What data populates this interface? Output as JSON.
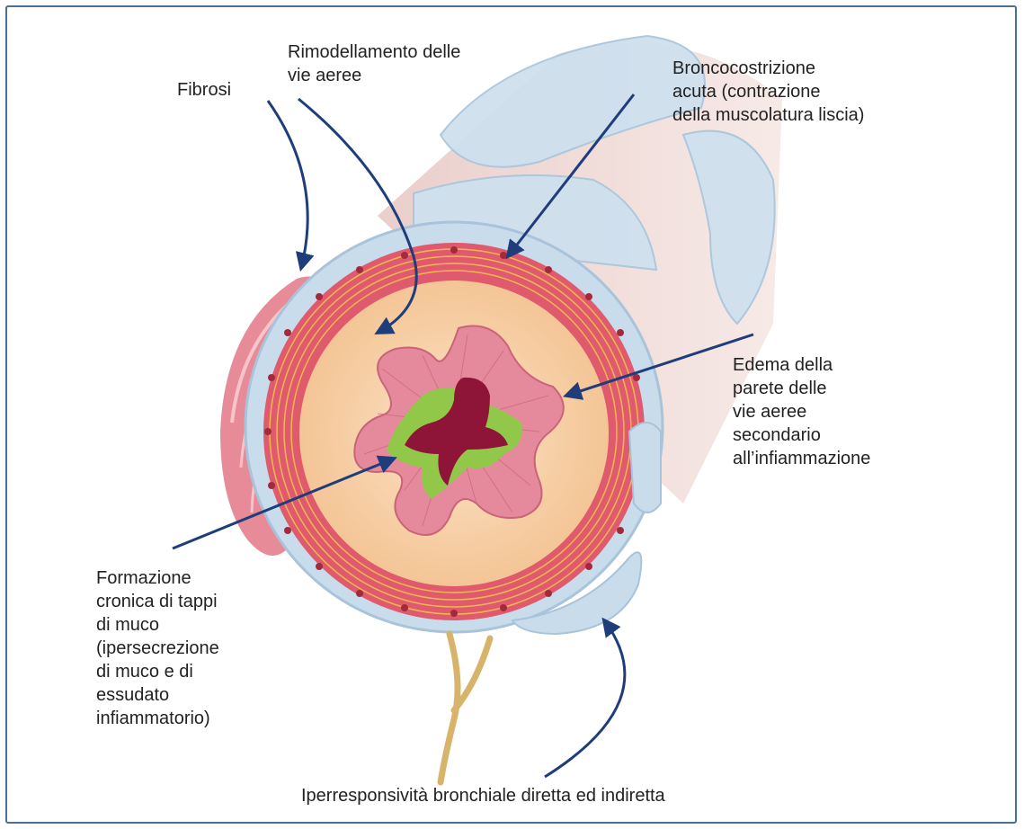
{
  "labels": {
    "fibrosi": "Fibrosi",
    "rimodellamento": "Rimodellamento delle\nvie aeree",
    "broncocostrizione": "Broncocostrizione\nacuta (contrazione\ndella muscolatura liscia)",
    "edema": "Edema della\nparete delle\nvie aeree\nsecondario\nall’infiammazione",
    "muco": "Formazione\ncronica di tappi\ndi muco\n(ipersecrezione\ndi muco e di\nessudato\ninfiammatorio)",
    "iperresponsivita": "Iperresponsività bronchiale diretta ed indiretta"
  },
  "colors": {
    "frame": "#4a6f9a",
    "arrow": "#1f3d7a",
    "cartilage": "#cfe0ee",
    "muscle": "#e05a6e",
    "submucosa": "#f7d0a8",
    "mucosa": "#e58a9c",
    "mucus": "#8e1538",
    "exudate": "#92c84a",
    "nerve": "#d8b46a"
  }
}
